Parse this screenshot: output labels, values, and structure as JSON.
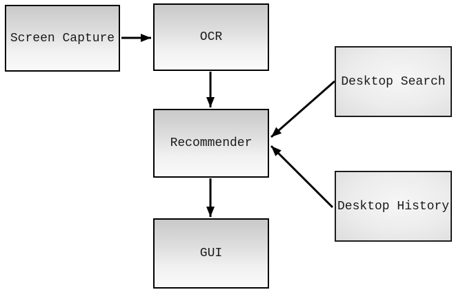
{
  "diagram": {
    "nodes": [
      {
        "id": "screen-capture",
        "label": "Screen Capture"
      },
      {
        "id": "ocr",
        "label": "OCR"
      },
      {
        "id": "desktop-search",
        "label": "Desktop Search"
      },
      {
        "id": "recommender",
        "label": "Recommender"
      },
      {
        "id": "desktop-history",
        "label": "Desktop History"
      },
      {
        "id": "gui",
        "label": "GUI"
      }
    ],
    "edges": [
      {
        "from": "Screen Capture",
        "to": "OCR"
      },
      {
        "from": "OCR",
        "to": "Recommender"
      },
      {
        "from": "Desktop Search",
        "to": "Recommender"
      },
      {
        "from": "Desktop History",
        "to": "Recommender"
      },
      {
        "from": "Recommender",
        "to": "GUI"
      }
    ],
    "colors": {
      "background": "#ffffff",
      "node_border": "#000000",
      "node_fill_top": "#c9c9c9",
      "node_fill_bottom": "#fafafa",
      "arrow": "#000000",
      "text": "#1a1a1a"
    }
  }
}
